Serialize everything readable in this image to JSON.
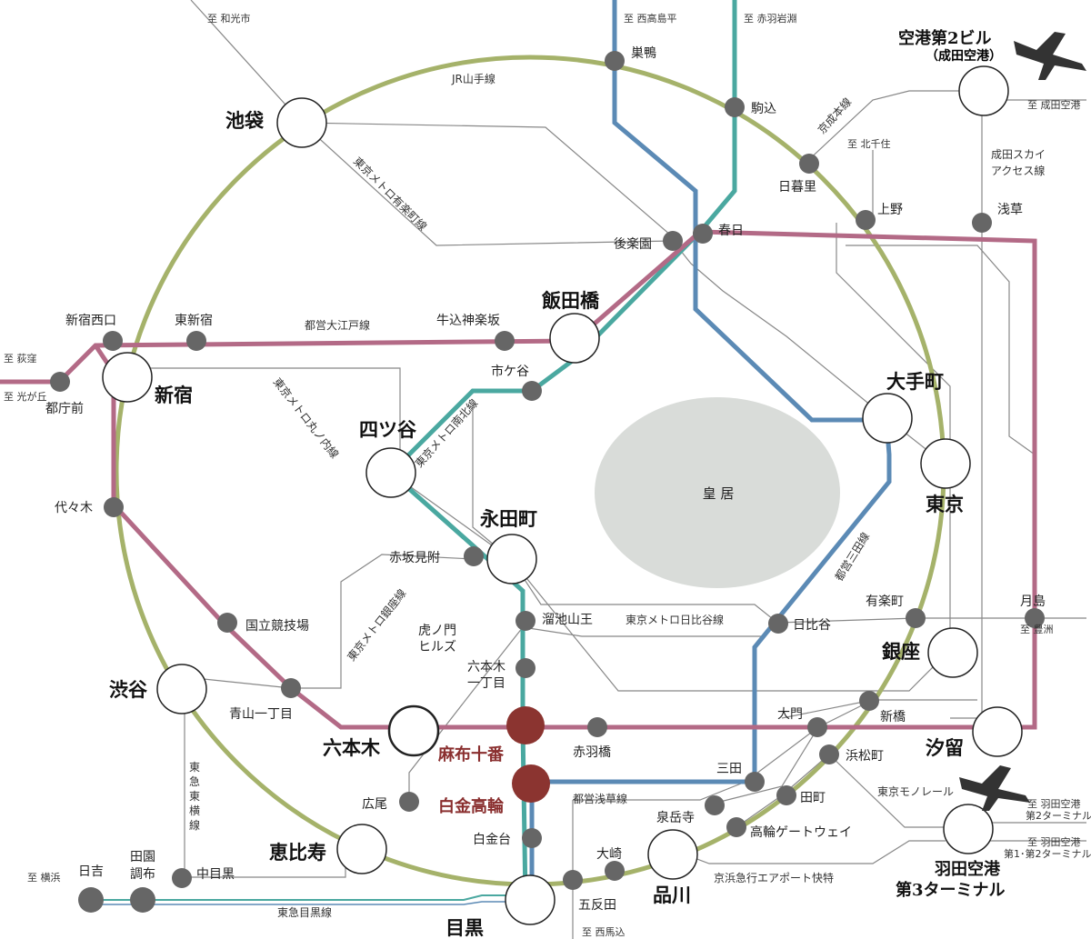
{
  "colors": {
    "yamanote": "#a5b26a",
    "oedo": "#b36a86",
    "namboku": "#4aa8a0",
    "mita": "#5b8ab5",
    "thin": "#888888",
    "station_dot": "#666666",
    "focus_station": "#8b3430",
    "palace": "#d9dcd9"
  },
  "palace_label": "皇 居",
  "line_labels": {
    "yamanote": "JR山手線",
    "yurakucho": "東京メトロ有楽町線",
    "oedo": "都営大江戸線",
    "marunouchi": "東京メトロ丸ノ内線",
    "namboku": "東京メトロ南北線",
    "ginza": "東京メトロ銀座線",
    "hibiya": "東京メトロ日比谷線",
    "mita": "都営三田線",
    "asakusa": "都営浅草線",
    "keisei": "京成本線",
    "skyaccess": [
      "成田スカイ",
      "アクセス線"
    ],
    "toyoko": [
      "東",
      "急",
      "東",
      "横",
      "線"
    ],
    "meguro": "東急目黒線",
    "monorail": "東京モノレール",
    "keikyu": "京浜急行エアポート快特"
  },
  "destinations": {
    "wako": "至 和光市",
    "nishitakashima": "至 西高島平",
    "akabane": "至 赤羽岩淵",
    "narita_airport": "至 成田空港",
    "kitasenju": "至 北千住",
    "ogikubo": "至 荻窪",
    "hikarigaoka": "至 光が丘",
    "toyosu": "至 豊洲",
    "haneda2": [
      "至 羽田空港",
      "第2ターミナル"
    ],
    "haneda1": [
      "至 羽田空港",
      "第1･第2ターミナル"
    ],
    "yokohama": "至 横浜",
    "nishimagome": "至 西馬込"
  },
  "major_stations": {
    "ikebukuro": "池袋",
    "shinjuku": "新宿",
    "iidabashi": "飯田橋",
    "yotsuya": "四ツ谷",
    "nagatacho": "永田町",
    "otemachi": "大手町",
    "tokyo": "東京",
    "ginza": "銀座",
    "shiodome": "汐留",
    "shibuya": "渋谷",
    "roppongi": "六本木",
    "ebisu": "恵比寿",
    "meguro": "目黒",
    "shinagawa": "品川",
    "narita_t2": "空港第2ビル",
    "narita_t2_sub": "（成田空港）",
    "haneda_t3": "羽田空港",
    "haneda_t3_sub": "第3ターミナル"
  },
  "focus_stations": {
    "azabujuban": "麻布十番",
    "shirokanetakanawa": "白金高輪"
  },
  "small_stations": {
    "sugamo": "巣鴨",
    "komagome": "駒込",
    "nippori": "日暮里",
    "ueno": "上野",
    "asakusa": "浅草",
    "kasuga": "春日",
    "korakuen": "後楽園",
    "nishishinjukugochome": "新宿西口",
    "higashishinjuku": "東新宿",
    "ushigome": "牛込神楽坂",
    "ichigaya": "市ケ谷",
    "tochomae": "都庁前",
    "yoyogi": "代々木",
    "kokuritsu": "国立競技場",
    "aoyama": "青山一丁目",
    "akasakamitsuke": "赤坂見附",
    "tameike": "溜池山王",
    "toranomon": [
      "虎ノ門",
      "ヒルズ"
    ],
    "roppongiitchome": [
      "六本木",
      "一丁目"
    ],
    "hibiya": "日比谷",
    "yurakucho": "有楽町",
    "tsukishima": "月島",
    "shimbashi": "新橋",
    "daimon": "大門",
    "hamamatsucho": "浜松町",
    "akabanebashi": "赤羽橋",
    "mita": "三田",
    "tamachi": "田町",
    "sengakuji": "泉岳寺",
    "takanawagateway": "高輪ゲートウェイ",
    "shirokanedai": "白金台",
    "hiroo": "広尾",
    "osaki": "大崎",
    "gotanda": "五反田",
    "nakameguro": "中目黒",
    "hiyoshi": "日吉",
    "denenchofu": [
      "田園",
      "調布"
    ]
  }
}
